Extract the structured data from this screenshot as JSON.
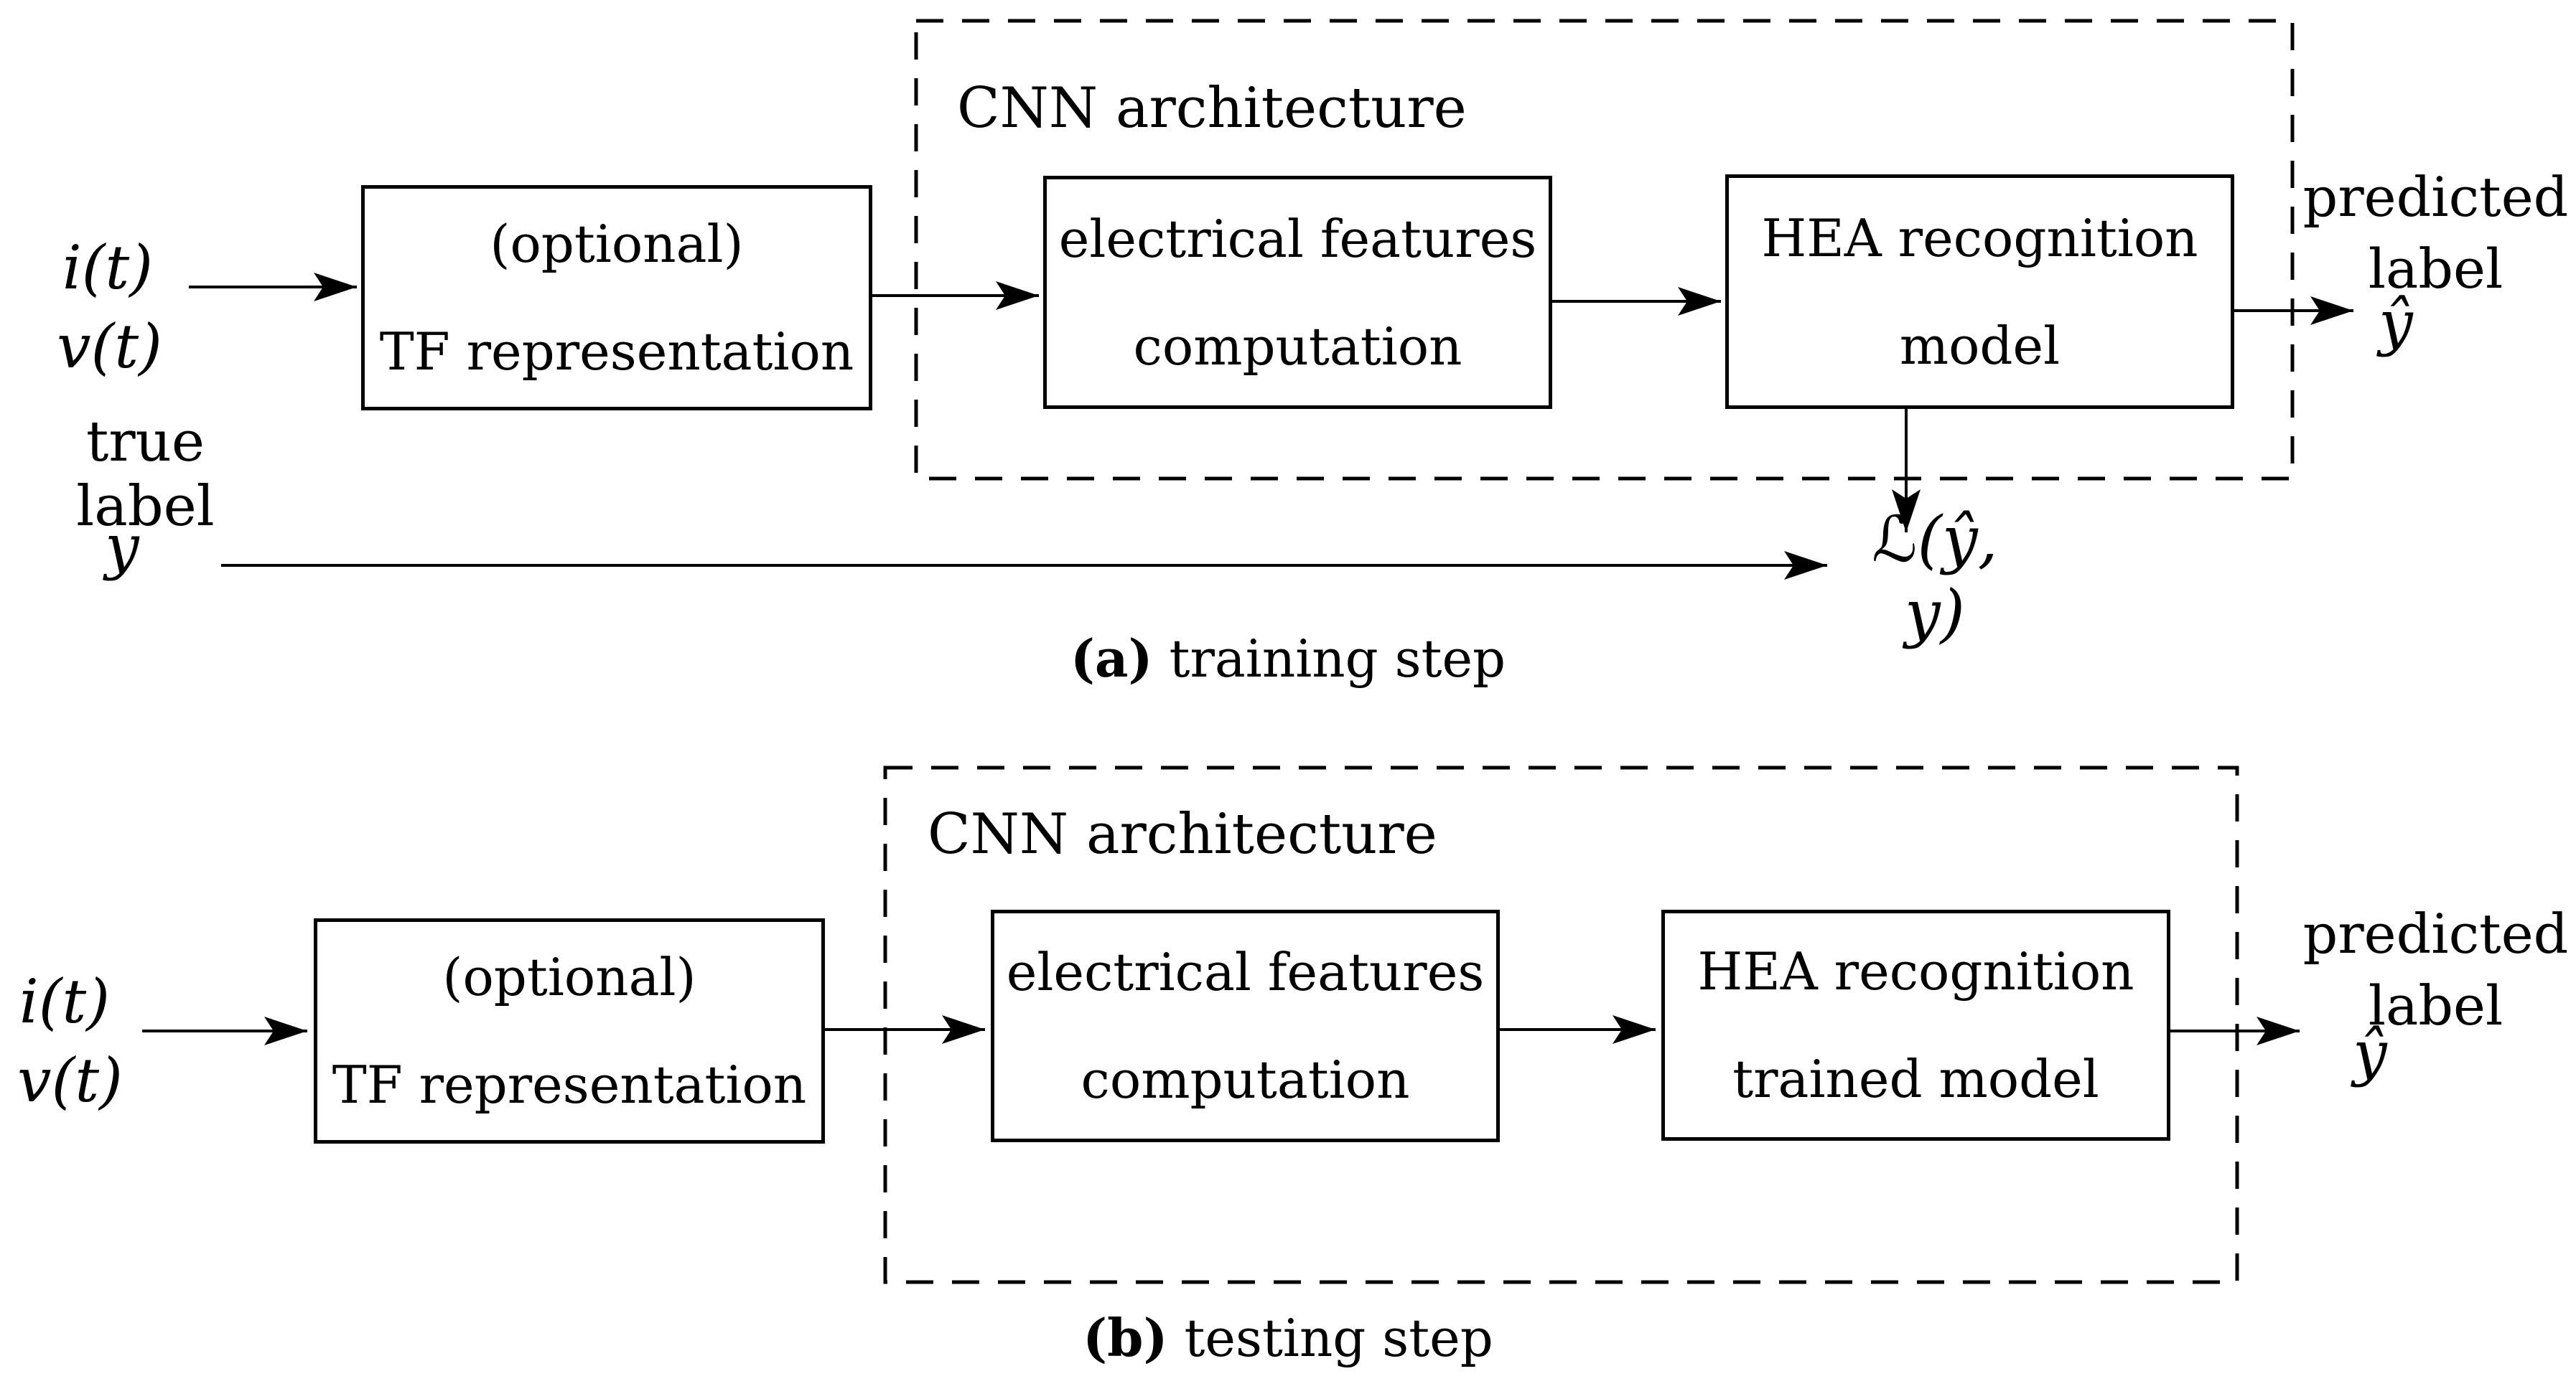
{
  "colors": {
    "ink": "#000000",
    "background": "#ffffff"
  },
  "diagram_a": {
    "caption_label": "(a)",
    "caption_text": "training step",
    "cnn_label": "CNN architecture",
    "input_current": "i(t)",
    "input_voltage": "v(t)",
    "true_label_text": "true label",
    "true_label_symbol": "y",
    "tf_box": "(optional)\nTF representation",
    "features_box": "electrical features\ncomputation",
    "model_box": "HEA recognition\nmodel",
    "predicted_label": "predicted\nlabel",
    "predicted_symbol": "ŷ",
    "loss": "ℒ(ŷ, y)"
  },
  "diagram_b": {
    "caption_label": "(b)",
    "caption_text": "testing step",
    "cnn_label": "CNN architecture",
    "input_current": "i(t)",
    "input_voltage": "v(t)",
    "tf_box": "(optional)\nTF representation",
    "features_box": "electrical features\ncomputation",
    "model_box": "HEA recognition\ntrained model",
    "predicted_label": "predicted\nlabel",
    "predicted_symbol": "ŷ"
  }
}
